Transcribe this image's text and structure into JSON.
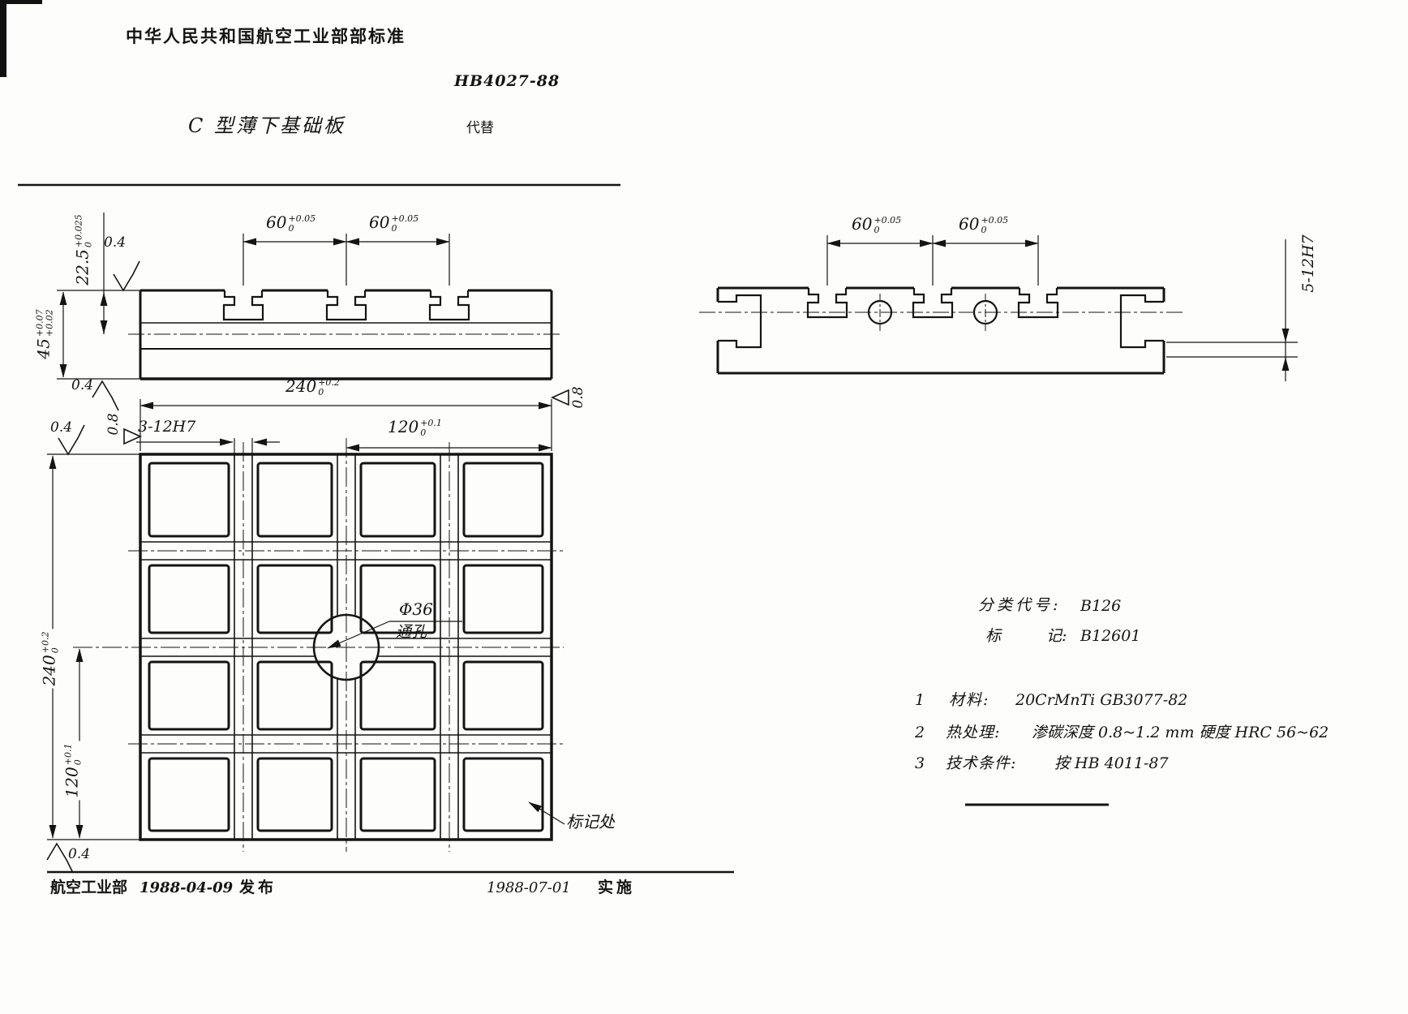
{
  "page": {
    "org": "中华人民共和国航空工业部部标准",
    "std_no": "HB4027-88",
    "title": "C 型薄下基础板",
    "supersedes": "代替",
    "classification": {
      "label": "分类代号:",
      "value": "B126"
    },
    "marking": {
      "label_a": "标",
      "label_b": "记:",
      "value": "B12601"
    },
    "notes": [
      {
        "no": "1",
        "label": "材料:",
        "value": "20CrMnTi   GB3077-82"
      },
      {
        "no": "2",
        "label": "热处理:",
        "value": "渗碳深度 0.8~1.2 mm  硬度 HRC 56~62"
      },
      {
        "no": "3",
        "label": "技术条件:",
        "value": "按 HB 4011-87"
      }
    ],
    "footer": {
      "issuer": "航空工业部",
      "issue_date": "1988-04-09",
      "release": "发布",
      "impl_date": "1988-07-01",
      "implement": "实施"
    }
  },
  "dims": {
    "d60": {
      "n": "60",
      "up": "+0.05",
      "dn": "0"
    },
    "d22_5": {
      "n": "22.5",
      "up": "+0.025",
      "dn": "0"
    },
    "d45": {
      "n": "45",
      "up": "+0.07",
      "dn": "+0.02"
    },
    "d240": {
      "n": "240",
      "up": "+0.2",
      "dn": "0"
    },
    "d120": {
      "n": "120",
      "up": "+0.1",
      "dn": "0"
    },
    "slots3": "3-12H7",
    "slots5": "5-12H7",
    "hole_dia": "Φ36",
    "hole_type": "通孔",
    "mark_spot": "标记处",
    "r04": "0.4",
    "r08": "0.8"
  }
}
